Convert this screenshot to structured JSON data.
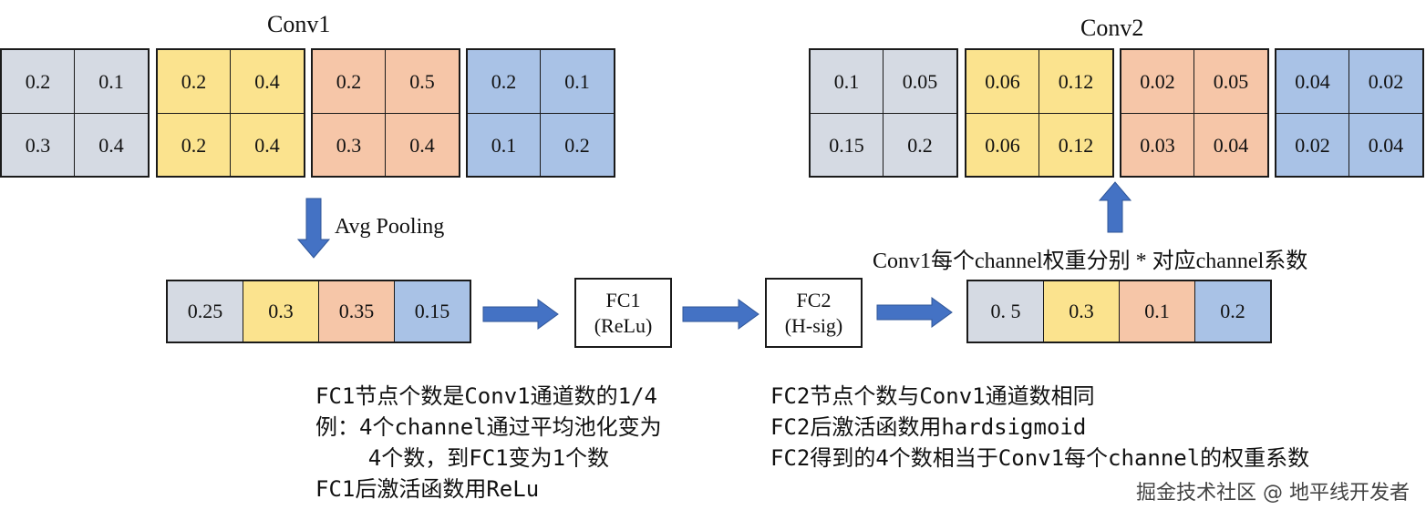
{
  "colors": {
    "gray": "#d5dae3",
    "yellow": "#fbe38e",
    "orange": "#f6c6a8",
    "blue": "#a9c2e6",
    "arrow": "#4472c4"
  },
  "conv1": {
    "title": "Conv1",
    "channels": [
      {
        "color": "gray",
        "values": [
          "0.2",
          "0.1",
          "0.3",
          "0.4"
        ]
      },
      {
        "color": "yellow",
        "values": [
          "0.2",
          "0.4",
          "0.2",
          "0.4"
        ]
      },
      {
        "color": "orange",
        "values": [
          "0.2",
          "0.5",
          "0.3",
          "0.4"
        ]
      },
      {
        "color": "blue",
        "values": [
          "0.2",
          "0.1",
          "0.1",
          "0.2"
        ]
      }
    ]
  },
  "conv2": {
    "title": "Conv2",
    "channels": [
      {
        "color": "gray",
        "values": [
          "0.1",
          "0.05",
          "0.15",
          "0.2"
        ]
      },
      {
        "color": "yellow",
        "values": [
          "0.06",
          "0.12",
          "0.06",
          "0.12"
        ]
      },
      {
        "color": "orange",
        "values": [
          "0.02",
          "0.05",
          "0.03",
          "0.04"
        ]
      },
      {
        "color": "blue",
        "values": [
          "0.04",
          "0.02",
          "0.02",
          "0.04"
        ]
      }
    ]
  },
  "pooling_label": "Avg Pooling",
  "pooled": [
    {
      "color": "gray",
      "value": "0.25"
    },
    {
      "color": "yellow",
      "value": "0.3"
    },
    {
      "color": "orange",
      "value": "0.35"
    },
    {
      "color": "blue",
      "value": "0.15"
    }
  ],
  "fc1": {
    "line1": "FC1",
    "line2": "(ReLu)"
  },
  "fc2": {
    "line1": "FC2",
    "line2": "(H-sig)"
  },
  "weights": [
    {
      "color": "gray",
      "value": "0. 5"
    },
    {
      "color": "yellow",
      "value": "0.3"
    },
    {
      "color": "orange",
      "value": "0.1"
    },
    {
      "color": "blue",
      "value": "0.2"
    }
  ],
  "multiply_label": "Conv1每个channel权重分别 * 对应channel系数",
  "notes_left": [
    "FC1节点个数是Conv1通道数的1/4",
    "例：4个channel通过平均池化变为",
    "    4个数，到FC1变为1个数",
    "FC1后激活函数用ReLu"
  ],
  "notes_right": [
    "FC2节点个数与Conv1通道数相同",
    "FC2后激活函数用hardsigmoid",
    "FC2得到的4个数相当于Conv1每个channel的权重系数"
  ],
  "watermark": "掘金技术社区 @ 地平线开发者"
}
